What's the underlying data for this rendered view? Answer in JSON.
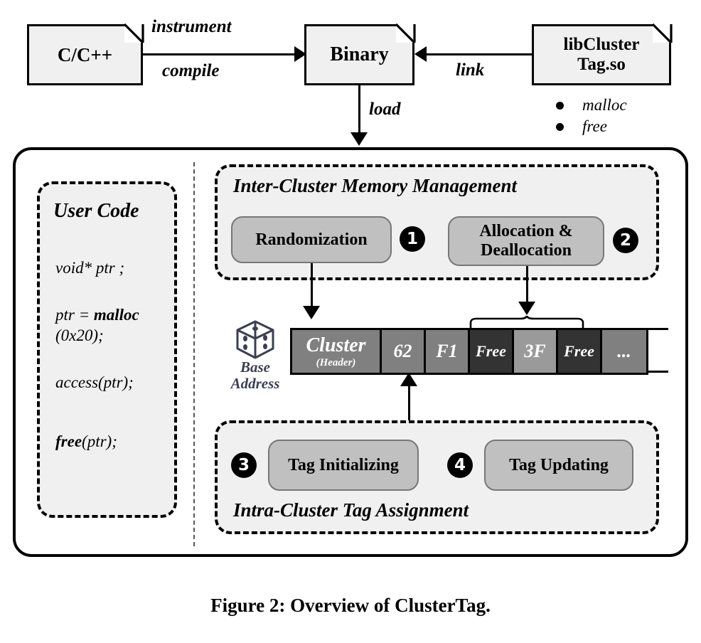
{
  "figure": {
    "caption": "Figure 2: Overview of ClusterTag."
  },
  "pipeline": {
    "source_box": {
      "label": "C/C++",
      "icon": "document-icon"
    },
    "binary_box": {
      "label": "Binary",
      "icon": "document-icon"
    },
    "library_box": {
      "label_line1": "libCluster",
      "label_line2": "Tag.so",
      "icon": "document-icon",
      "functions": [
        "malloc",
        "free"
      ]
    },
    "edges": {
      "instrument": "instrument",
      "compile": "compile",
      "link": "link",
      "load": "load"
    }
  },
  "user_code": {
    "title": "User Code",
    "lines": [
      {
        "text": "void* ptr ;",
        "bold_part": ""
      },
      {
        "prefix": "ptr = ",
        "bold": "malloc",
        "suffix": ""
      },
      {
        "text": "(0x20);"
      },
      {
        "text": "access(ptr);"
      },
      {
        "bold": "free",
        "suffix": "(ptr);"
      }
    ]
  },
  "inter_cluster": {
    "title": "Inter-Cluster Memory Management",
    "modules": [
      {
        "label": "Randomization",
        "badge": "❶",
        "badge_number": "1"
      },
      {
        "label_line1": "Allocation &",
        "label_line2": "Deallocation",
        "badge": "❷",
        "badge_number": "2"
      }
    ]
  },
  "intra_cluster": {
    "title": "Intra-Cluster Tag Assignment",
    "modules": [
      {
        "label": "Tag Initializing",
        "badge_number": "3"
      },
      {
        "label": "Tag Updating",
        "badge_number": "4"
      }
    ]
  },
  "memory_layout": {
    "base_address_label_line1": "Base",
    "base_address_label_line2": "Address",
    "dice_icon": "dice-icon",
    "cells": [
      {
        "label": "Cluster",
        "sub": "(Header)",
        "width": 126,
        "fill": "#808080",
        "font_size": 28
      },
      {
        "label": "62",
        "sub": "",
        "width": 62,
        "fill": "#808080",
        "font_size": 26
      },
      {
        "label": "F1",
        "sub": "",
        "width": 62,
        "fill": "#808080",
        "font_size": 26
      },
      {
        "label": "Free",
        "sub": "",
        "width": 62,
        "fill": "#333333",
        "font_size": 22
      },
      {
        "label": "3F",
        "sub": "",
        "width": 62,
        "fill": "#9a9a9a",
        "font_size": 26
      },
      {
        "label": "Free",
        "sub": "",
        "width": 62,
        "fill": "#333333",
        "font_size": 22
      },
      {
        "label": "...",
        "sub": "",
        "width": 62,
        "fill": "#808080",
        "font_size": 26
      }
    ]
  },
  "colors": {
    "panel_fill": "#f0f0f0",
    "pill_fill": "#c0c0c0",
    "cell_gray": "#808080",
    "cell_dark": "#333333",
    "cell_light": "#9a9a9a",
    "stroke": "#000000"
  }
}
